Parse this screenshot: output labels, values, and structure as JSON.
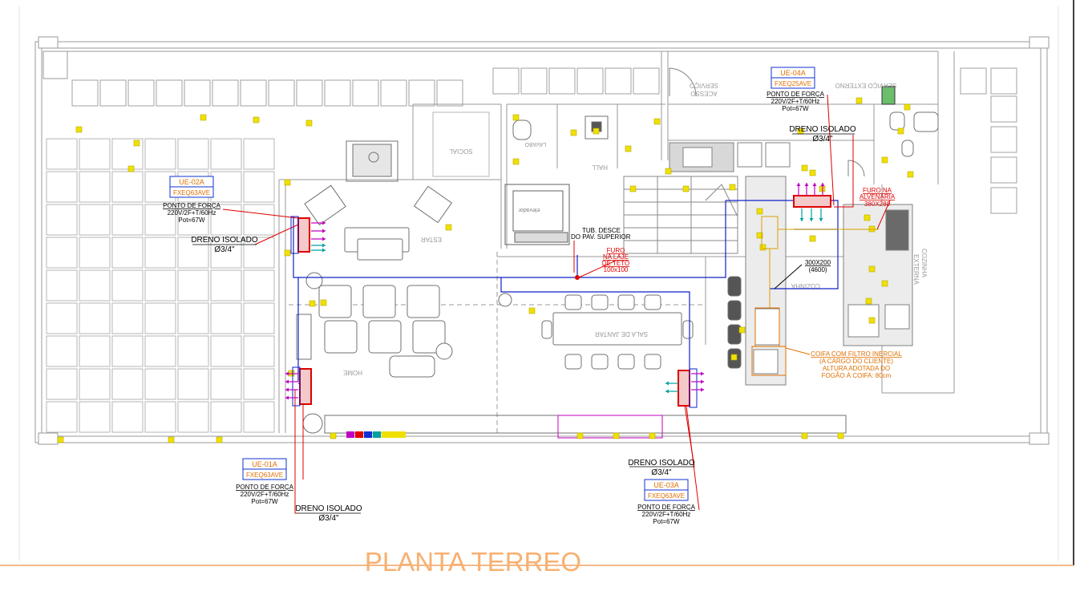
{
  "drawing": {
    "title": "PLANTA TERREO"
  },
  "units": {
    "ue01": {
      "tag": "UE-01A",
      "model": "FXEQ63AVE",
      "power_title": "PONTO DE FORÇA",
      "power_spec": "220V/2F+T/60Hz",
      "power_pot": "Pot=67W",
      "drain_title": "DRENO ISOLADO",
      "drain_size": "Ø3/4\""
    },
    "ue02": {
      "tag": "UE-02A",
      "model": "FXEQ63AVE",
      "power_title": "PONTO DE FORÇA",
      "power_spec": "220V/2F+T/60Hz",
      "power_pot": "Pot=67W",
      "drain_title": "DRENO ISOLADO",
      "drain_size": "Ø3/4\""
    },
    "ue03": {
      "tag": "UE-03A",
      "model": "FXEQ63AVE",
      "power_title": "PONTO DE FORÇA",
      "power_spec": "220V/2F+T/60Hz",
      "power_pot": "Pot=67W",
      "drain_title": "DRENO ISOLADO",
      "drain_size": "Ø3/4\""
    },
    "ue04": {
      "tag": "UE-04A",
      "model": "FXEQ25AVE",
      "power_title": "PONTO DE FORÇA",
      "power_spec": "220V/2F+T/60Hz",
      "power_pot": "Pot=67W",
      "drain_title": "DRENO ISOLADO",
      "drain_size": "Ø3/4\""
    }
  },
  "notes": {
    "tub_line1": "TUB. DESCE",
    "tub_line2": "DO PAV. SUPERIOR",
    "furo_laje_1": "FURO",
    "furo_laje_2": "NA LAJE",
    "furo_laje_3": "DE TETO",
    "furo_laje_4": "100x100",
    "furo_alv_1": "FURO NA",
    "furo_alv_2": "ALVENARIA",
    "furo_alv_3": "380X280",
    "duct_1": "300X200",
    "duct_2": "(4600)",
    "coifa_1": "COIFA COM FILTRO INERCIAL",
    "coifa_2": "(A CARGO DO CLIENTE)",
    "coifa_3": "ALTURA ADOTADA DO",
    "coifa_4": "FOGÃO À COIFA: 80cm"
  },
  "rooms": {
    "estar": "ESTAR",
    "home": "HOME",
    "jantar": "SALA DE JANTAR",
    "cozinha": "COZINHA",
    "cozinha_ext_1": "COZINHA",
    "cozinha_ext_2": "EXTERNA",
    "hall": "HALL",
    "lavabo": "LAVABO",
    "social": "SOCIAL",
    "acesso": "ACESSO",
    "servico": "SERVIÇO",
    "servico_ext": "SERVIÇO EXTERNO",
    "elevador": "elevador"
  },
  "colors": {
    "wall": "#9a9a9a",
    "refrigerant": "#1020c8",
    "power": "#e00000",
    "airflow": "#c000c0",
    "supply": "#00a0a0",
    "device": "#f0e000",
    "callout_box": "#1030d0",
    "model_text": "#e07000",
    "title": "#f8b070"
  }
}
